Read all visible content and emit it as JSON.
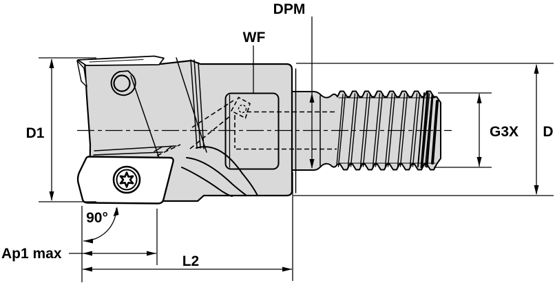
{
  "drawing": {
    "kind": "technical-dimension-drawing",
    "subject": "indexable-end-mill-with-threaded-shank-side-view",
    "labels": {
      "dpm": "DPM",
      "wf": "WF",
      "d1": "D1",
      "g3x": "G3X",
      "d": "D",
      "angle_90": "90°",
      "ap1_max": "Ap1 max",
      "l2": "L2"
    },
    "colors": {
      "body_fill": "#d9d9d9",
      "outline": "#000000",
      "background": "#ffffff"
    }
  }
}
